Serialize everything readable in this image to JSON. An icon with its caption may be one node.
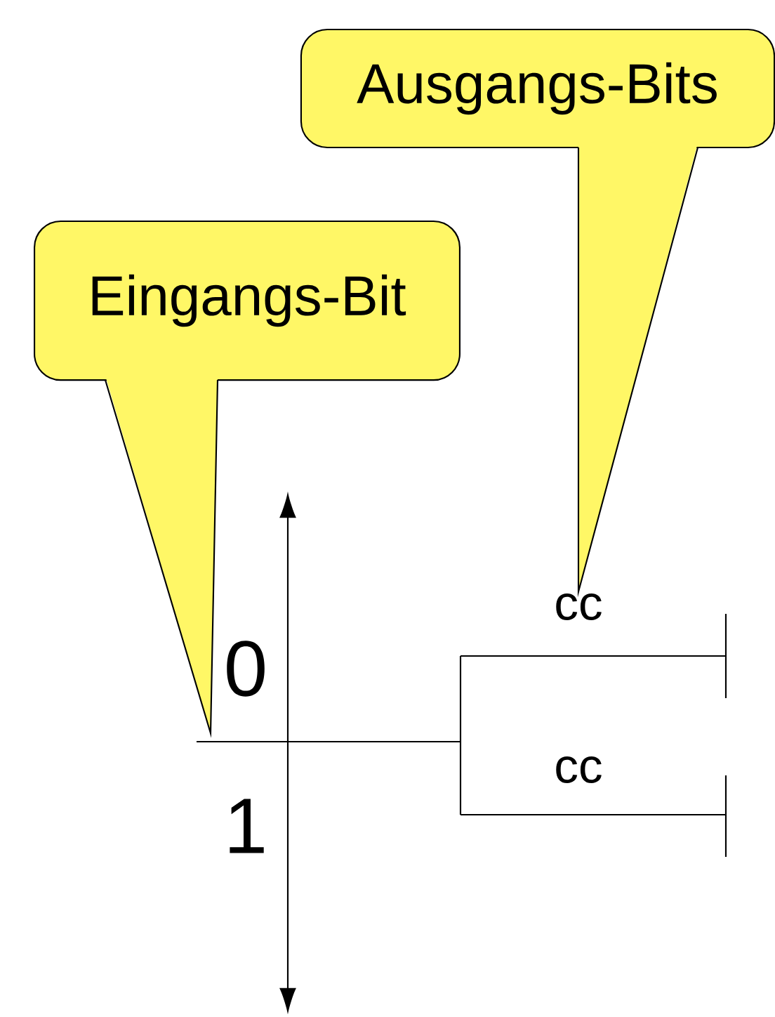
{
  "diagram": {
    "nodes": [
      {
        "text": [
          "Ausgangs-Bits"
        ]
      },
      {
        "text": [
          "Eingangs-Bit"
        ]
      },
      {
        "text": [
          "cc"
        ]
      }
    ],
    "edges": [
      {
        "from": 0,
        "to": 2,
        "arrow": "none"
      },
      {
        "from": 1,
        "to": null,
        "arrow": "none"
      }
    ],
    "labels": [
      "0",
      "1",
      "cc"
    ]
  }
}
